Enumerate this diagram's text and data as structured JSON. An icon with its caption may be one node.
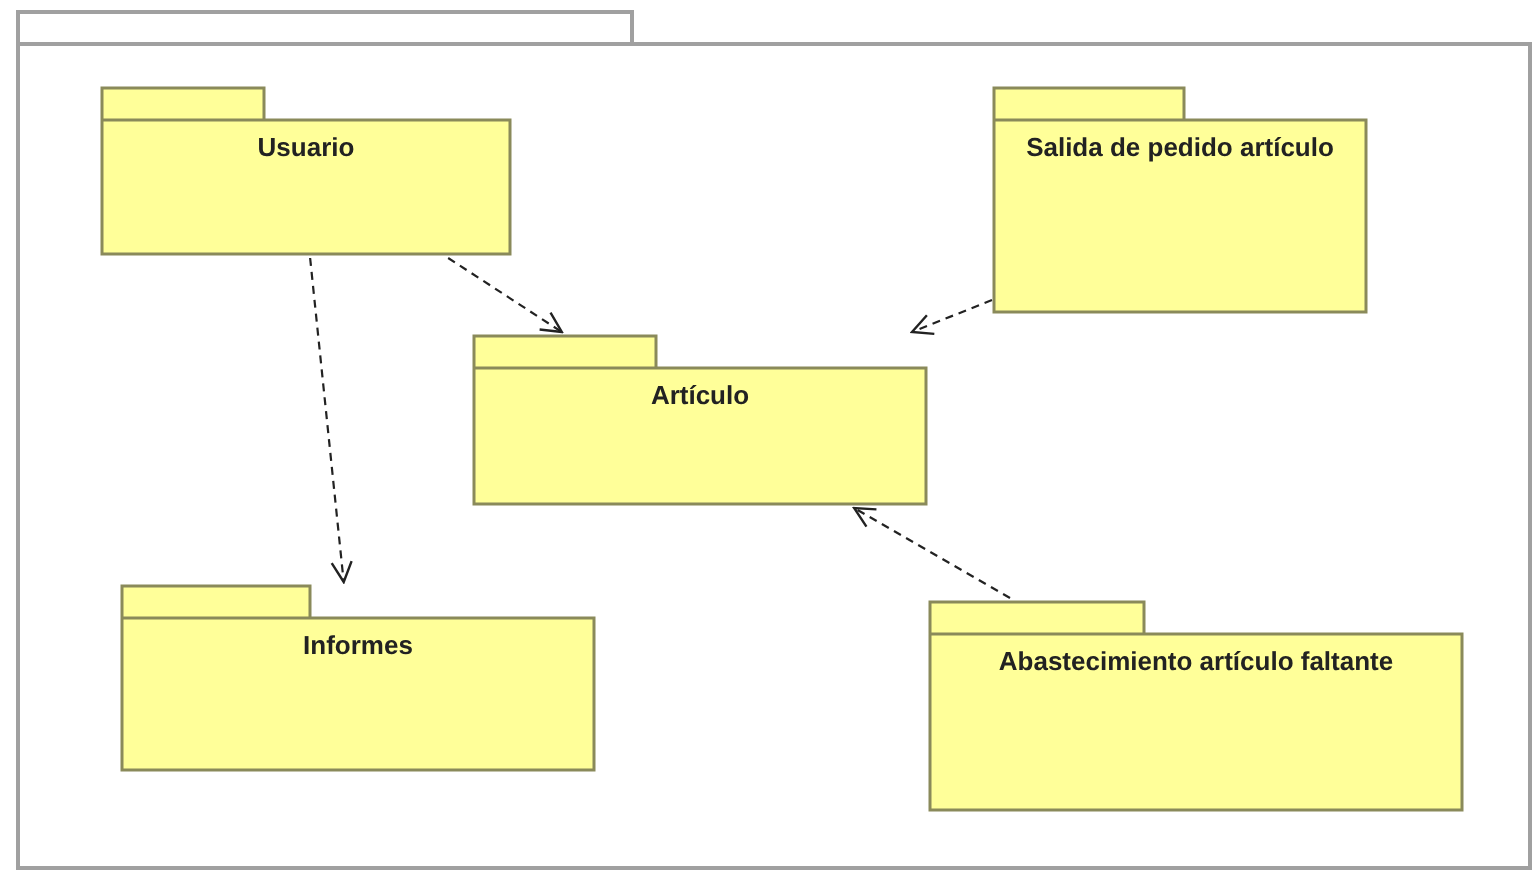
{
  "diagram": {
    "nodes": [
      {
        "text": [],
        "shape": "folder"
      },
      {
        "text": [
          "Usuario"
        ],
        "in": 0
      },
      {
        "text": [
          "Salida de pedido artículo"
        ],
        "in": 0
      },
      {
        "text": [
          "Artículo"
        ],
        "in": 0
      },
      {
        "text": [
          "Informes"
        ],
        "in": 0
      },
      {
        "text": [
          "Abastecimiento artículo faltante"
        ],
        "in": 0
      }
    ],
    "edges": [
      {
        "from": 1,
        "to": 3,
        "arrow": "to",
        "style": "dashed"
      },
      {
        "from": 2,
        "to": 3,
        "arrow": "to",
        "style": "dashed"
      },
      {
        "from": 1,
        "to": 4,
        "arrow": "to",
        "style": "dashed"
      },
      {
        "from": 5,
        "to": 3,
        "arrow": "to",
        "style": "dashed"
      }
    ]
  }
}
